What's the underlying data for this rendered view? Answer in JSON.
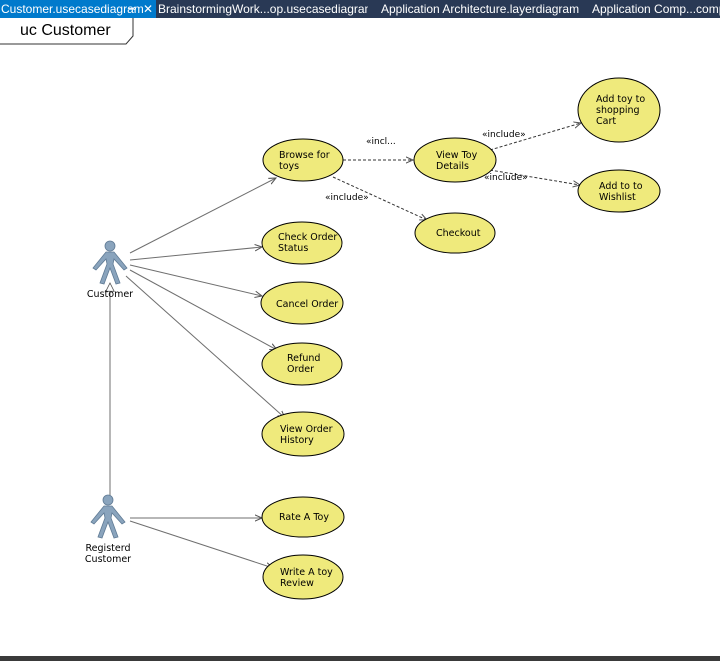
{
  "tabs": [
    {
      "label": "Customer.usecasediagram",
      "active": true
    },
    {
      "label": "BrainstormingWork...op.usecasediagram",
      "active": false
    },
    {
      "label": "Application Architecture.layerdiagram",
      "active": false
    },
    {
      "label": "Application Comp...compon",
      "active": false
    }
  ],
  "tab_icons": {
    "pin": "pin-icon",
    "close": "close-icon"
  },
  "pin_glyph": "⊸",
  "close_glyph": "✕",
  "diagram_title": "uc Customer",
  "actors": {
    "customer": {
      "label_lines": [
        "Customer"
      ]
    },
    "registered": {
      "label_lines": [
        "Registerd",
        "Customer"
      ]
    }
  },
  "use_cases": {
    "browse": {
      "lines": [
        "Browse for",
        "toys"
      ]
    },
    "view_details": {
      "lines": [
        "View Toy",
        "Details"
      ]
    },
    "add_cart": {
      "lines": [
        "Add toy to",
        "shopping",
        "Cart"
      ]
    },
    "add_wishlist": {
      "lines": [
        "Add to to",
        "Wishlist"
      ]
    },
    "checkout": {
      "lines": [
        "Checkout"
      ]
    },
    "check_status": {
      "lines": [
        "Check Order",
        "Status"
      ]
    },
    "cancel": {
      "lines": [
        "Cancel Order"
      ]
    },
    "refund": {
      "lines": [
        "Refund",
        "Order"
      ]
    },
    "history": {
      "lines": [
        "View Order",
        "History"
      ]
    },
    "rate": {
      "lines": [
        "Rate A Toy"
      ]
    },
    "review": {
      "lines": [
        "Write A toy",
        "Review"
      ]
    }
  },
  "stereotypes": {
    "browse_to_details": "«incl...",
    "browse_to_checkout": "«include»",
    "details_to_cart": "«include»",
    "details_to_wishlist": "«include»"
  },
  "colors": {
    "tabbar": "#293955",
    "active_tab": "#007acc",
    "usecase_fill": "#efea7c",
    "actor_fill": "#8aa4bd",
    "line": "#6f6f6f"
  }
}
